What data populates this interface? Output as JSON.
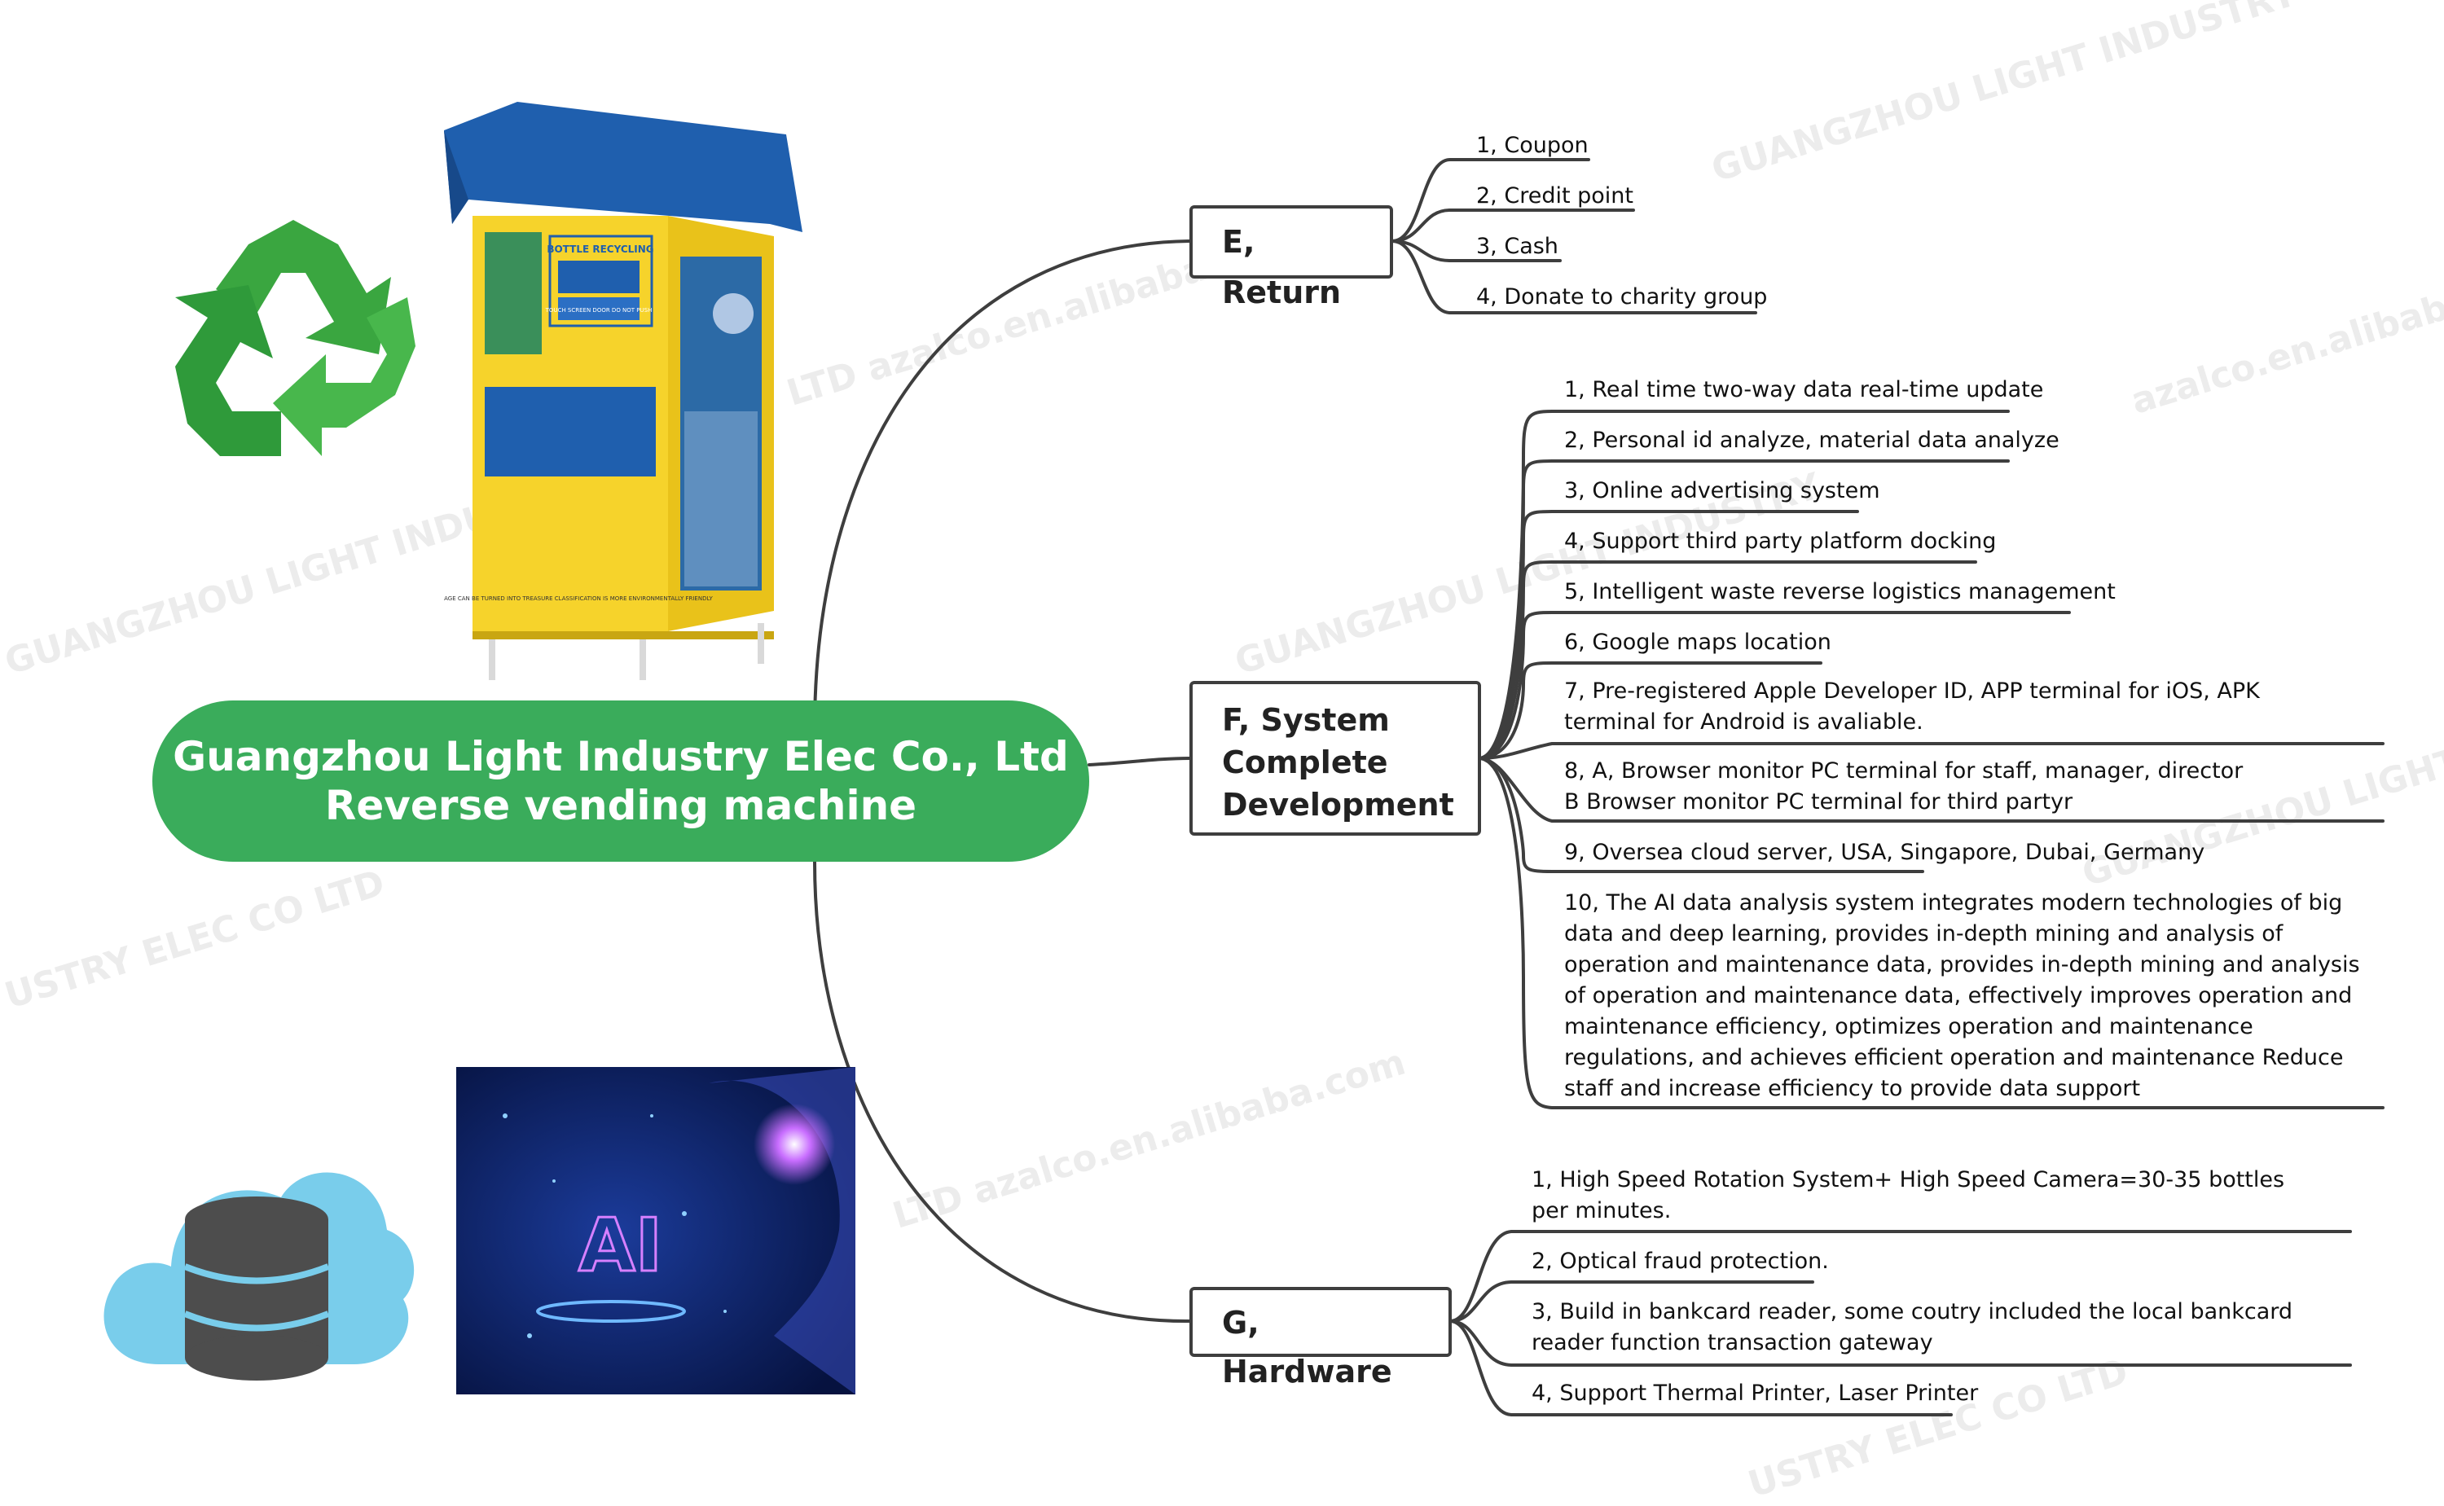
{
  "central": {
    "line1": "Guangzhou Light Industry Elec Co., Ltd",
    "line2": "Reverse vending machine"
  },
  "watermarks": {
    "company": "GUANGZHOU LIGHT INDUSTRY",
    "domain": "azalco.en.alibaba.com",
    "elec": "LTD azalco.en.alibaba.com",
    "ustry": "USTRY ELEC CO LTD"
  },
  "kiosk": {
    "header": "BOTTLE RECYCLING",
    "door_note": "TOUCH SCREEN DOOR DO NOT PUSH",
    "slogan": "GARBAGE CAN BE TURNED INTO TREASURE CLASSIFICATION IS MORE ENVIRONMENTALLY FRIENDLY"
  },
  "ai_image": {
    "label": "AI"
  },
  "branches": {
    "return": {
      "title": "E, Return",
      "items": [
        "1, Coupon",
        "2, Credit point",
        "3, Cash",
        "4, Donate to charity group"
      ]
    },
    "system": {
      "title_lines": [
        "F, System",
        "Complete",
        "Development"
      ],
      "items": [
        "1, Real time two-way data real-time update",
        "2, Personal id analyze, material data analyze",
        "3, Online advertising system",
        "4, Support third party platform docking",
        "5, Intelligent waste reverse logistics management",
        "6, Google maps location",
        "7, Pre-registered Apple Developer ID, APP terminal for iOS, APK terminal for Android is avaliable.",
        "8, A, Browser monitor PC terminal for staff, manager, director\nB Browser monitor PC terminal for third partyr",
        "9, Oversea cloud server, USA, Singapore, Dubai, Germany",
        "10, The AI data analysis system integrates modern technologies of big data and deep learning, provides in-depth mining and analysis of operation and maintenance data, provides in-depth mining and analysis of operation and maintenance data, effectively improves operation and maintenance efficiency, optimizes operation and maintenance regulations, and achieves efficient operation and maintenance Reduce staff and increase efficiency to provide data support"
      ]
    },
    "hardware": {
      "title": "G, Hardware",
      "items": [
        "1, High Speed Rotation System+ High Speed Camera=30-35 bottles per minutes.",
        "2, Optical fraud protection.",
        "3, Build in bankcard reader, some coutry included the local bankcard reader function transaction gateway",
        "4, Support Thermal Printer, Laser Printer"
      ]
    }
  },
  "colors": {
    "central": "#3aac5b",
    "connector": "#3e3e3e",
    "recycle_green": "#3aa640",
    "cloud": "#79cdeb",
    "database": "#4d4d4d"
  }
}
